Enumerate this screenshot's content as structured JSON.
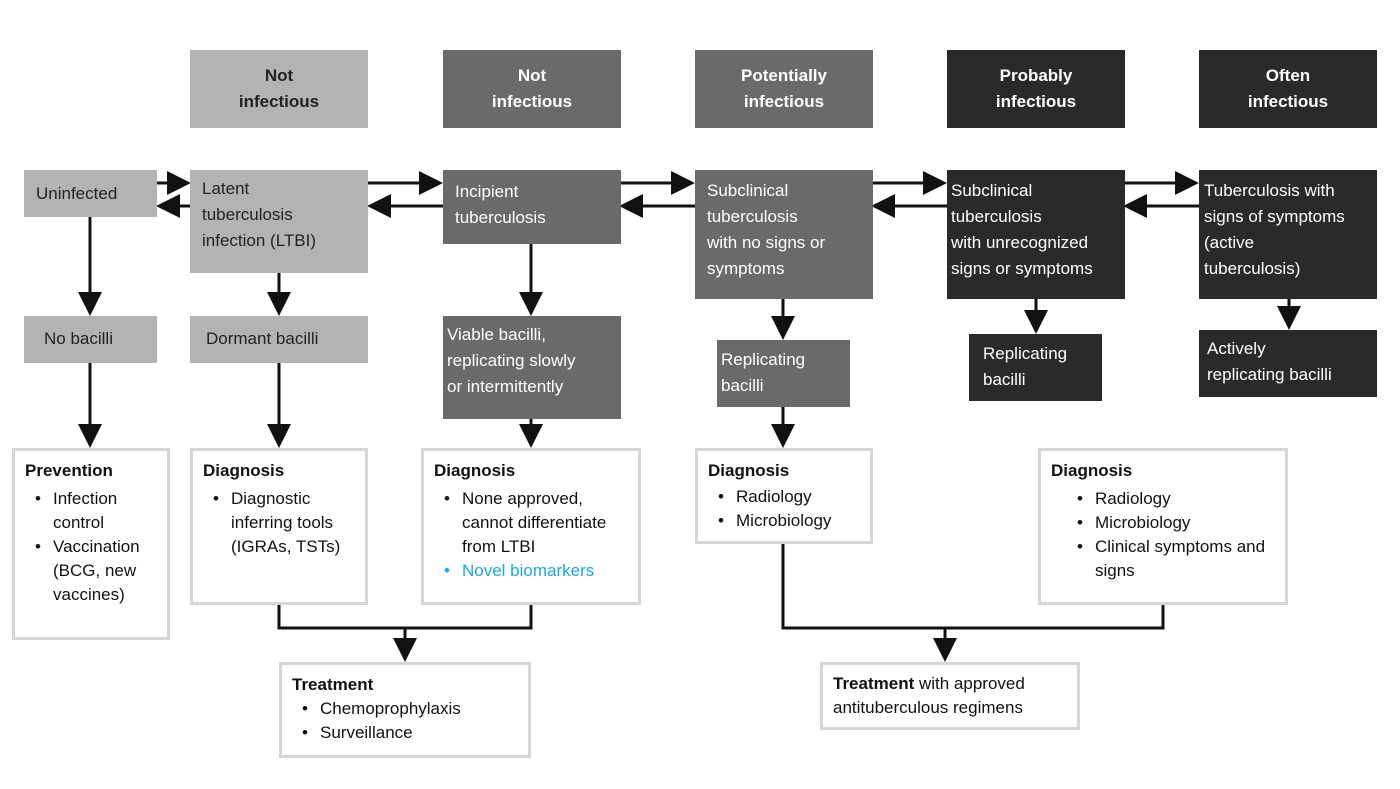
{
  "headers": [
    {
      "id": "h1",
      "label": "Not\ninfectious",
      "tone": "g1"
    },
    {
      "id": "h2",
      "label": "Not\ninfectious",
      "tone": "g2"
    },
    {
      "id": "h3",
      "label": "Potentially\ninfectious",
      "tone": "g2"
    },
    {
      "id": "h4",
      "label": "Probably\ninfectious",
      "tone": "g3"
    },
    {
      "id": "h5",
      "label": "Often\ninfectious",
      "tone": "g3"
    }
  ],
  "stages": {
    "uninfected": "Uninfected",
    "ltbi": "Latent\ntuberculosis\ninfection (LTBI)",
    "incipient": "Incipient\ntuberculosis",
    "subclinical_no_signs": "Subclinical\ntuberculosis\nwith no signs or\nsymptoms",
    "subclinical_unrecognized": "Subclinical\ntuberculosis\nwith unrecognized\nsigns or symptoms",
    "active": "Tuberculosis with\nsigns of symptoms\n(active\ntuberculosis)"
  },
  "bacilli": {
    "none": "No bacilli",
    "dormant": "Dormant bacilli",
    "viable": "Viable bacilli,\nreplicating slowly\nor intermittently",
    "replicating1": "Replicating\nbacilli",
    "replicating2": "Replicating\nbacilli",
    "actively": "Actively\nreplicating bacilli"
  },
  "cards": {
    "prevention": {
      "title": "Prevention",
      "items": [
        "Infection control",
        "Vaccination (BCG, new vaccines)"
      ]
    },
    "diag_ltbi": {
      "title": "Diagnosis",
      "items": [
        "Diagnostic inferring tools (IGRAs, TSTs)"
      ]
    },
    "diag_incipient": {
      "title": "Diagnosis",
      "items": [
        "None approved, cannot differentiate from LTBI"
      ],
      "highlight": "Novel biomarkers"
    },
    "diag_subclinical": {
      "title": "Diagnosis",
      "items": [
        "Radiology",
        "Microbiology"
      ]
    },
    "diag_active": {
      "title": "Diagnosis",
      "items": [
        "Radiology",
        "Microbiology",
        "Clinical symptoms and signs"
      ]
    },
    "treat_left": {
      "title": "Treatment",
      "items": [
        "Chemoprophylaxis",
        "Surveillance"
      ]
    },
    "treat_right": {
      "title": "Treatment",
      "rest_line1": " with approved",
      "line2": "antituberculous regimens"
    }
  },
  "colors": {
    "light_gray": "#b3b3b3",
    "mid_gray": "#6a6a6a",
    "dark": "#2b2a29",
    "highlight": "#1aa9e0"
  }
}
